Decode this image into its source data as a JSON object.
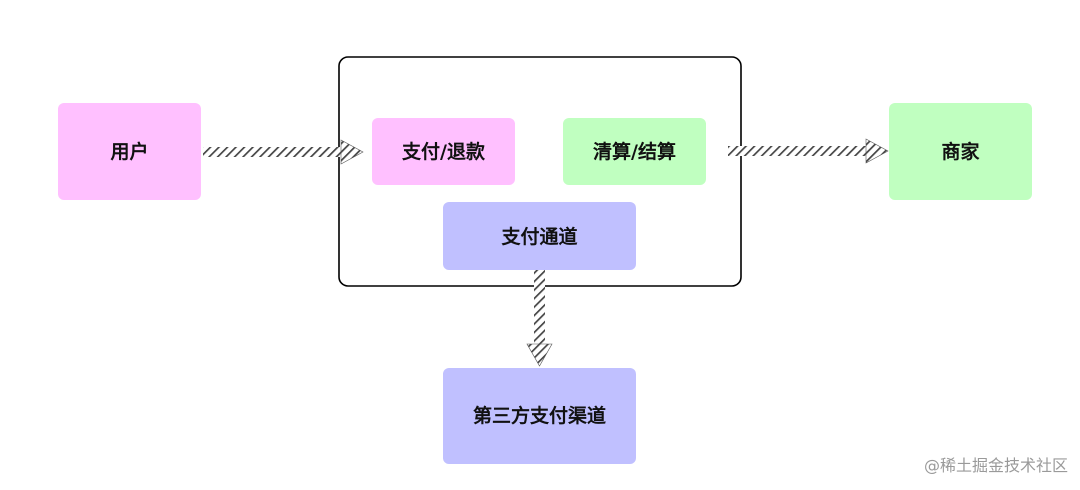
{
  "diagram": {
    "nodes": {
      "user": {
        "label": "用户",
        "color": "#ffc0ff"
      },
      "pay_refund": {
        "label": "支付/退款",
        "color": "#ffc0ff"
      },
      "clearing_settlement": {
        "label": "清算/结算",
        "color": "#c0ffc0"
      },
      "merchant": {
        "label": "商家",
        "color": "#c0ffc0"
      },
      "pay_channel": {
        "label": "支付通道",
        "color": "#c0c0ff"
      },
      "third_party_channel": {
        "label": "第三方支付渠道",
        "color": "#c0c0ff"
      }
    },
    "container": {
      "border_color": "#000000"
    },
    "arrows": {
      "style": "hatched",
      "color": "#444444",
      "edges": [
        {
          "from": "user",
          "to": "system-box"
        },
        {
          "from": "system-box",
          "to": "merchant"
        },
        {
          "from": "pay_channel",
          "to": "third_party_channel"
        }
      ]
    }
  },
  "watermark": "@稀土掘金技术社区"
}
